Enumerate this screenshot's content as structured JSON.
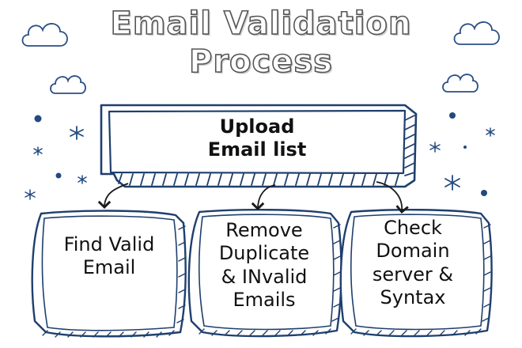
{
  "title": {
    "line1": "Email Validation",
    "line2": "Process"
  },
  "root_node": {
    "lines": [
      "Upload",
      "Email list"
    ]
  },
  "child_nodes": [
    {
      "lines": [
        "Find Valid",
        "Email"
      ]
    },
    {
      "lines": [
        "Remove",
        "Duplicate",
        "& INvalid",
        "Emails"
      ]
    },
    {
      "lines": [
        "Check",
        "Domain",
        "server &",
        "Syntax"
      ]
    }
  ],
  "colors": {
    "outline": "#1f3f6e",
    "dots": "#234a80",
    "cloud": "#2a4f86",
    "text": "#111111",
    "title_outline": "#555555"
  }
}
